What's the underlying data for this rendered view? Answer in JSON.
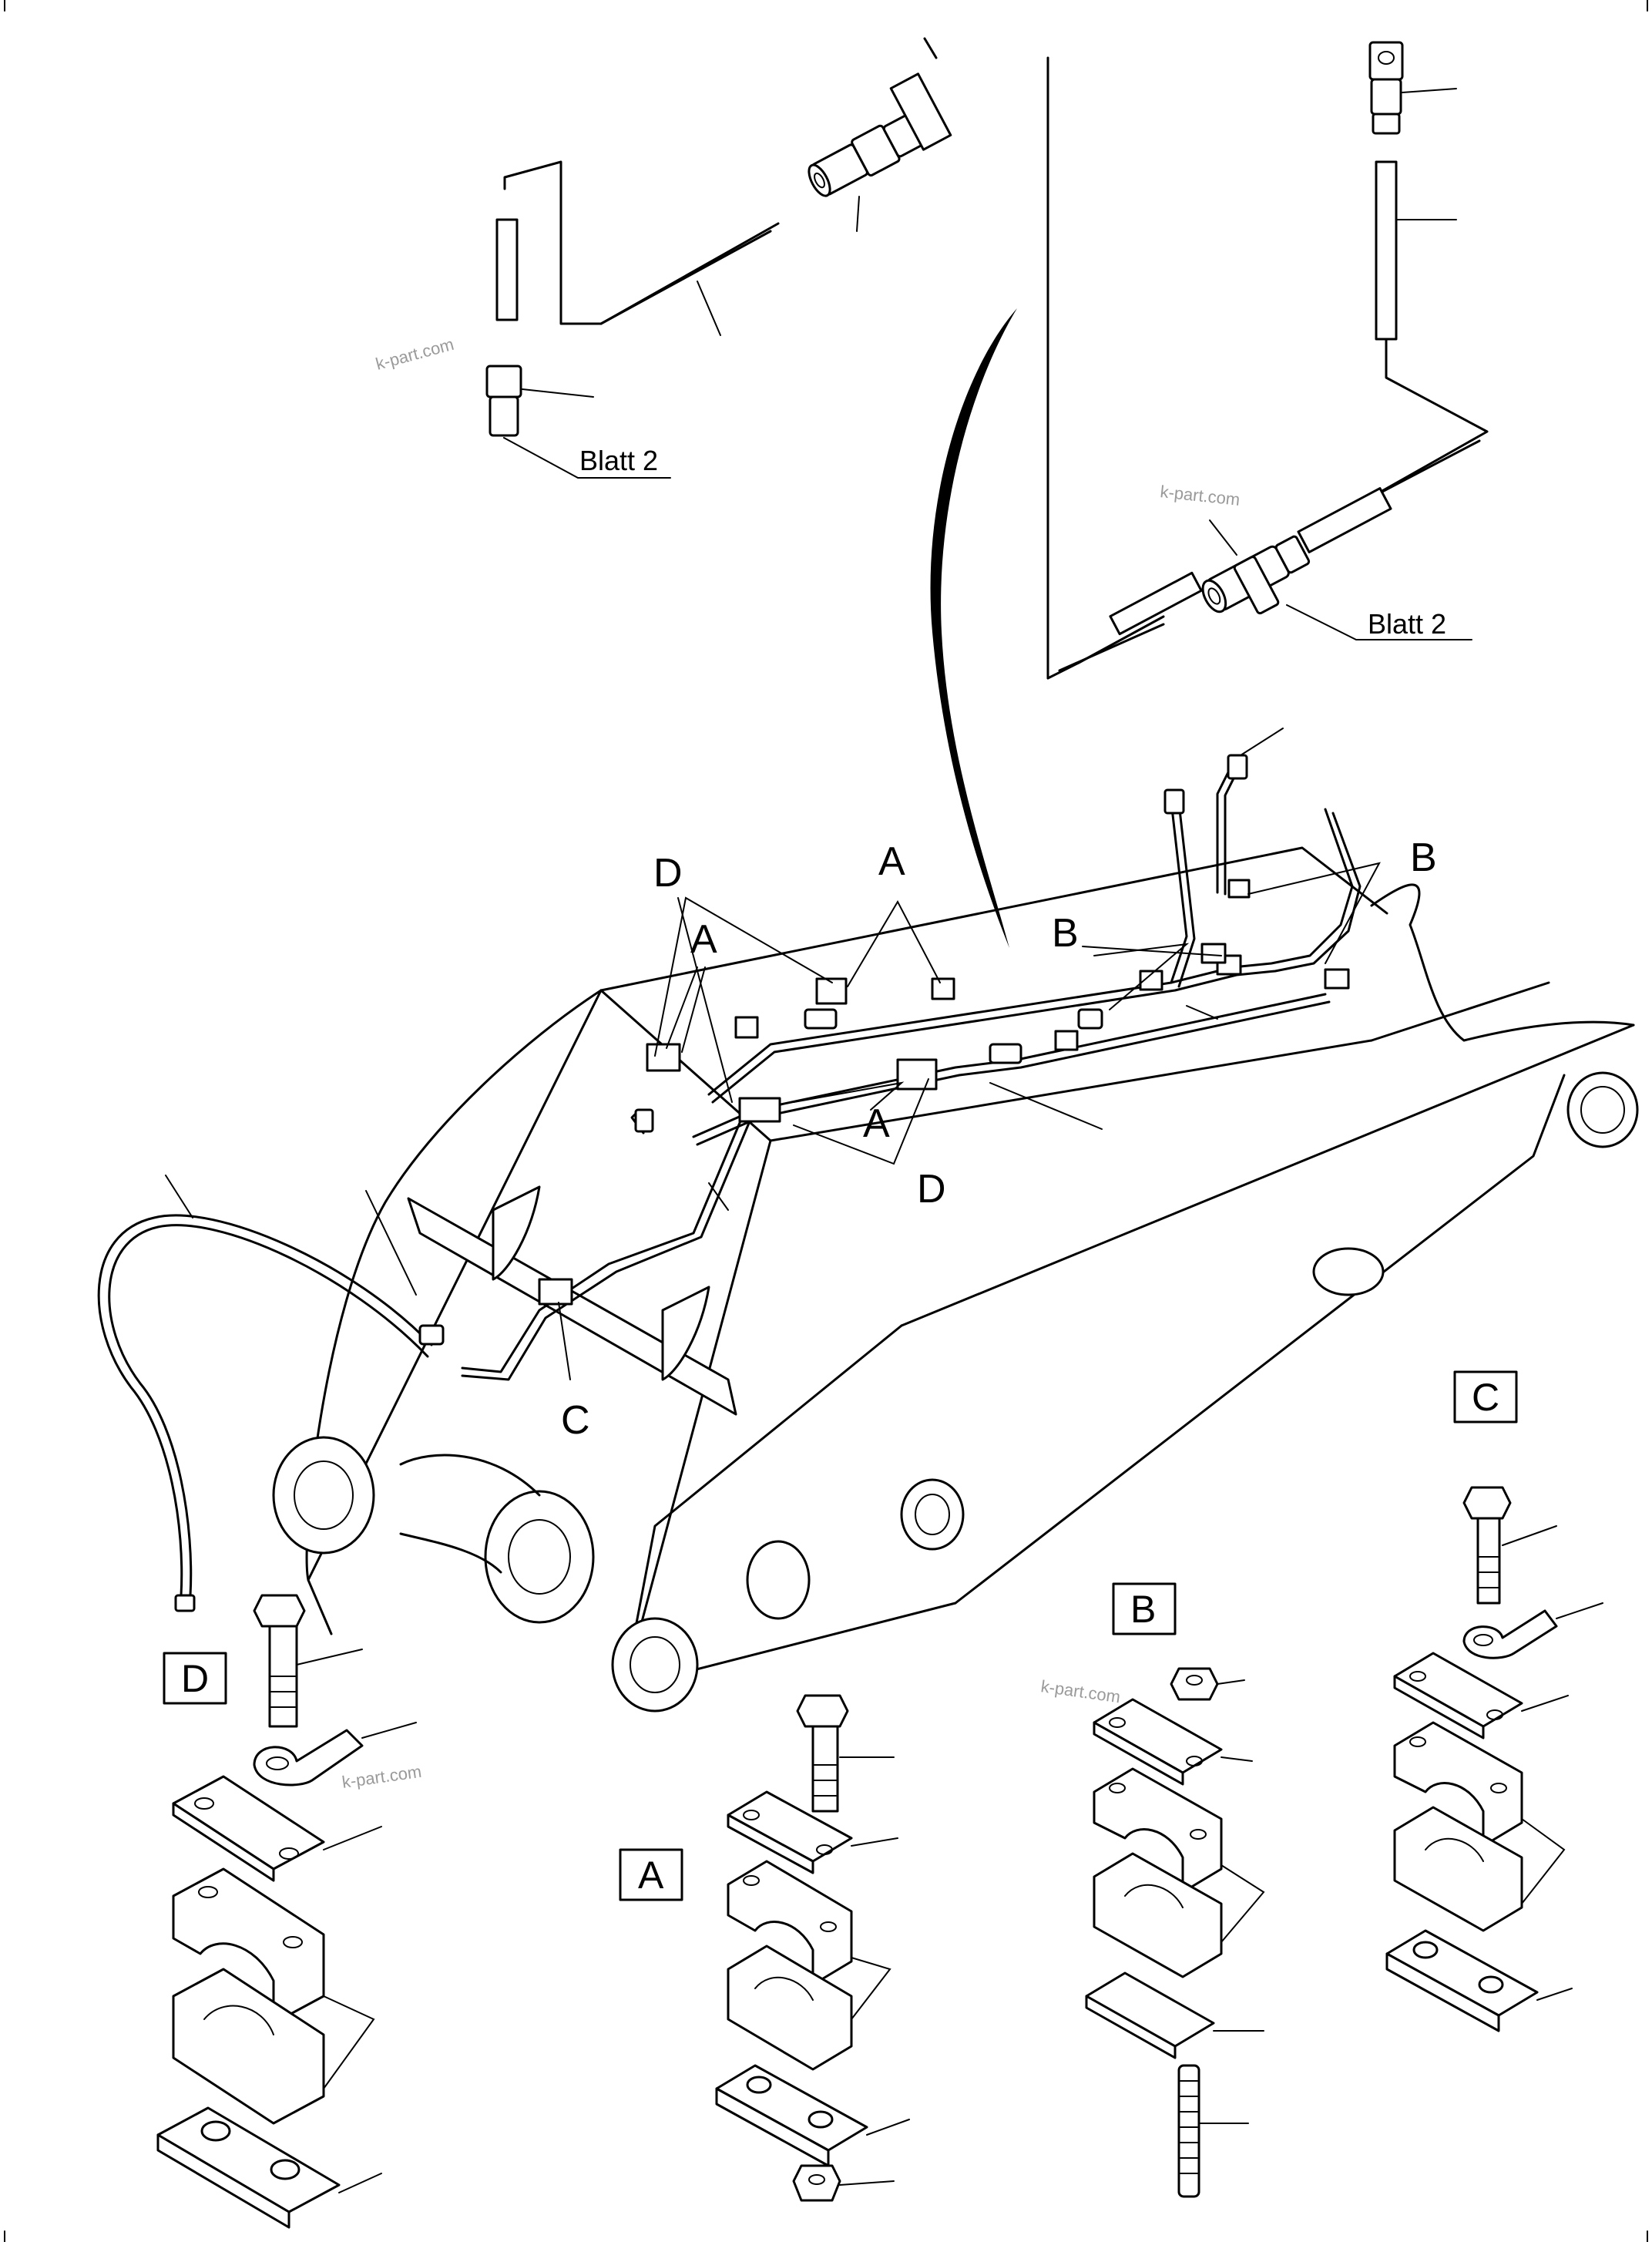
{
  "callouts": {
    "a": "A",
    "b": "B",
    "c": "C",
    "d": "D"
  },
  "detail_boxes": {
    "a": "A",
    "b": "B",
    "c": "C",
    "d": "D"
  },
  "sheet_refs": {
    "left": "Blatt 2",
    "right": "Blatt 2"
  },
  "watermark": "k-part.com"
}
